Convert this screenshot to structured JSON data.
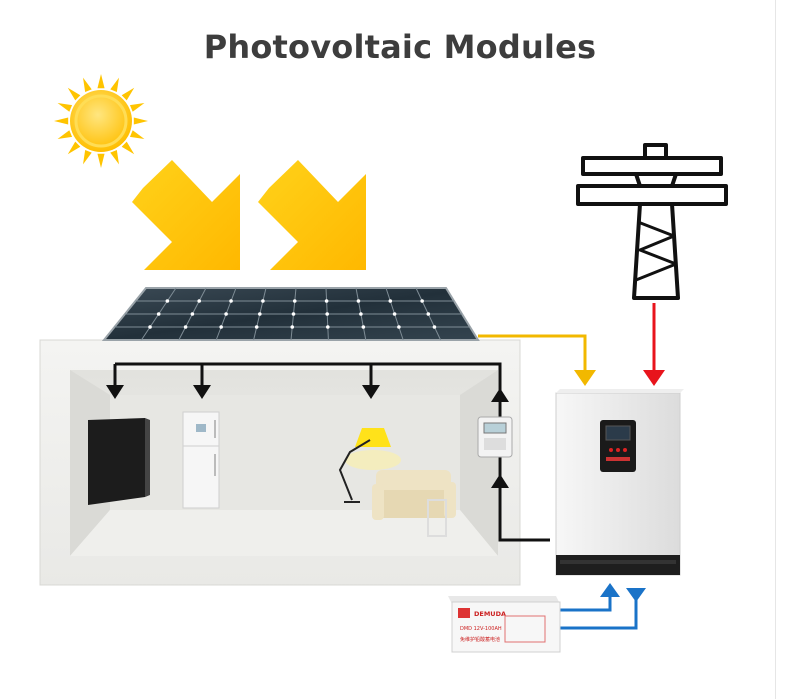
{
  "title": "Photovoltaic Modules",
  "colors": {
    "title": "#3d3d3d",
    "sun": "#ffc400",
    "arrow_sun": "#ffc400",
    "pv_line": "#f2b800",
    "grid_line": "#e8141c",
    "battery_line": "#1a73c8",
    "load_line": "#111111"
  },
  "icons": [
    "sun-icon",
    "arrow-down-right-icon",
    "solar-panel-icon",
    "transmission-tower-icon",
    "inverter-icon",
    "battery-icon",
    "tv-icon",
    "fridge-icon",
    "floor-lamp-icon",
    "sofa-icon",
    "electric-meter-icon"
  ],
  "battery": {
    "brand": "DEMUDA",
    "model": "DMD 12V-100AH",
    "label_line": "免维护铅酸蓄电池"
  }
}
